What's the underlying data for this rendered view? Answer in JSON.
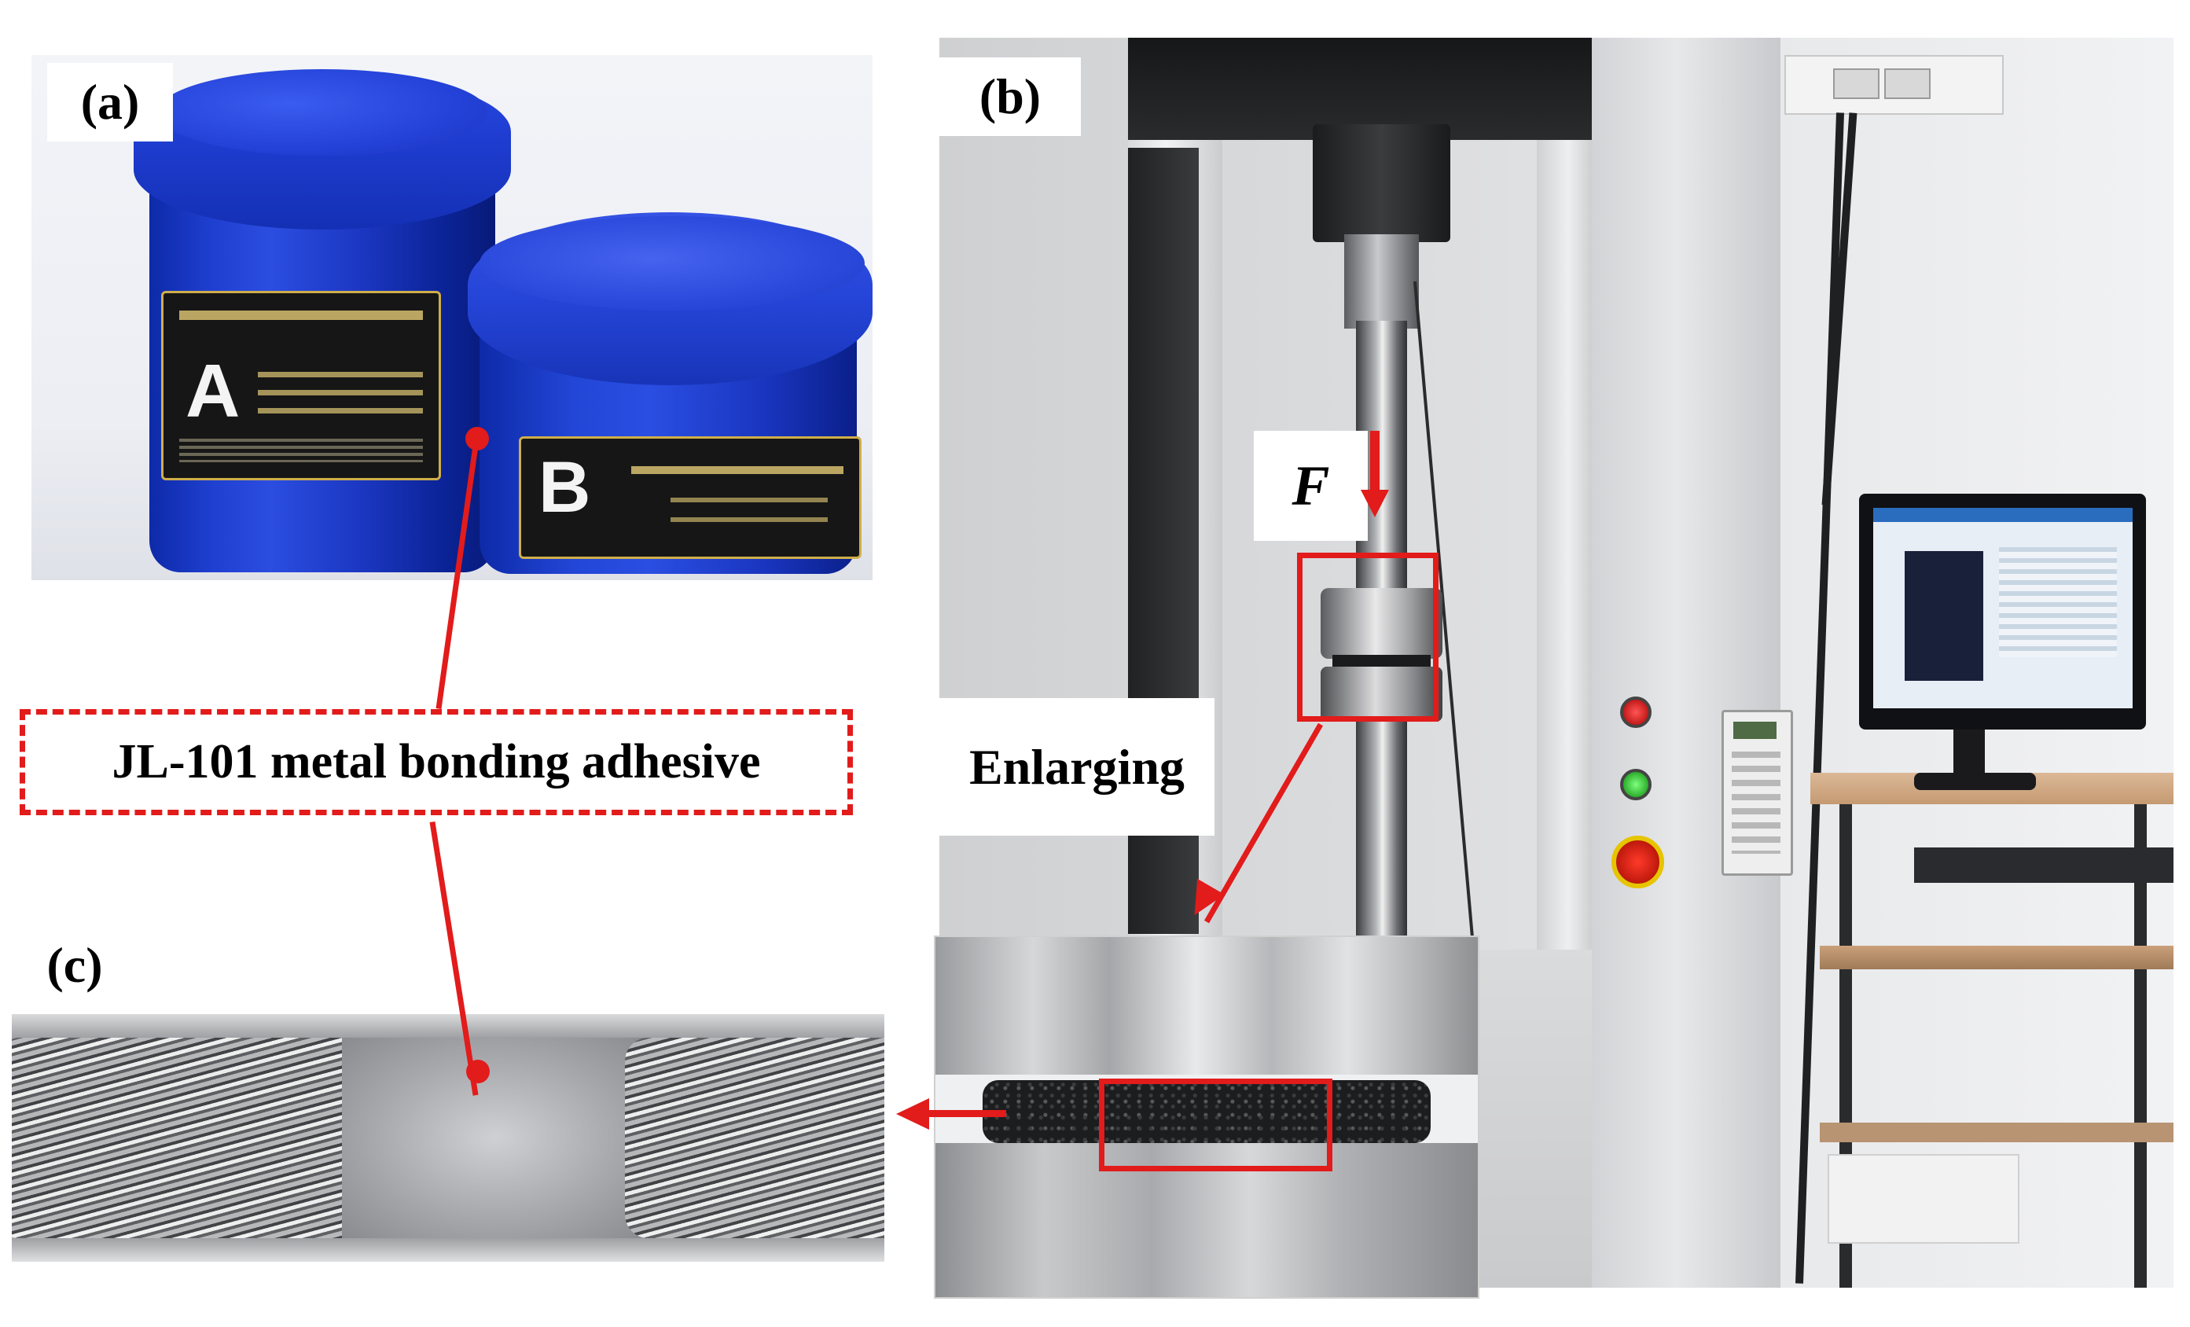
{
  "panels": {
    "a": {
      "tag": "(a)"
    },
    "b": {
      "tag": "(b)",
      "force_label": "F",
      "enlarge_label": "Enlarging"
    },
    "c": {
      "tag": "(c)"
    }
  },
  "callout": {
    "text": "JL-101 metal bonding adhesive"
  },
  "jar_labels": {
    "a_letter": "A",
    "b_letter": "B"
  },
  "colors": {
    "annotation_red": "#e21b1b",
    "jar_blue": "#1f3fd0"
  }
}
